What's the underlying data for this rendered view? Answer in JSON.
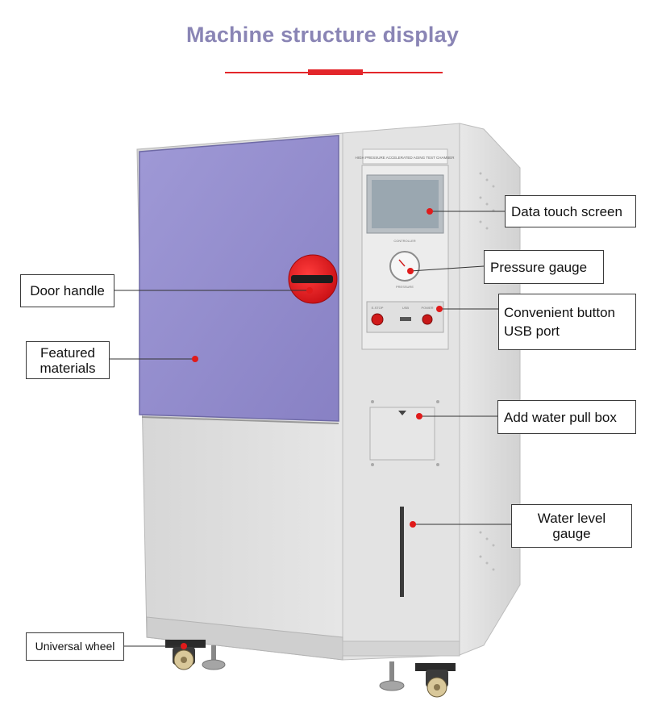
{
  "header": {
    "title": "Machine structure display"
  },
  "panel_text": {
    "top_plate": "HIGH PRESSURE ACCELERATED AGING TEST CHAMBER",
    "controller": "CONTROLLER",
    "pressure": "PRESSURE",
    "stop": "E-STOP",
    "usb": "USB",
    "power": "POWER"
  },
  "callouts": {
    "data_touch_screen": "Data touch screen",
    "pressure_gauge": "Pressure gauge",
    "convenient_button": "Convenient button",
    "usb_port": "USB port",
    "add_water_pull_box": "Add water pull box",
    "water_level_line1": "Water level",
    "water_level_line2": "gauge",
    "door_handle": "Door handle",
    "featured_line1": "Featured",
    "featured_line2": "materials",
    "universal_wheel": "Universal wheel"
  },
  "colors": {
    "title": "#8a85b5",
    "accent_red": "#e3262b",
    "door_purple": "#8d87c9",
    "body_gray": "#dcdcdc",
    "handle_red": "#e0141c"
  }
}
